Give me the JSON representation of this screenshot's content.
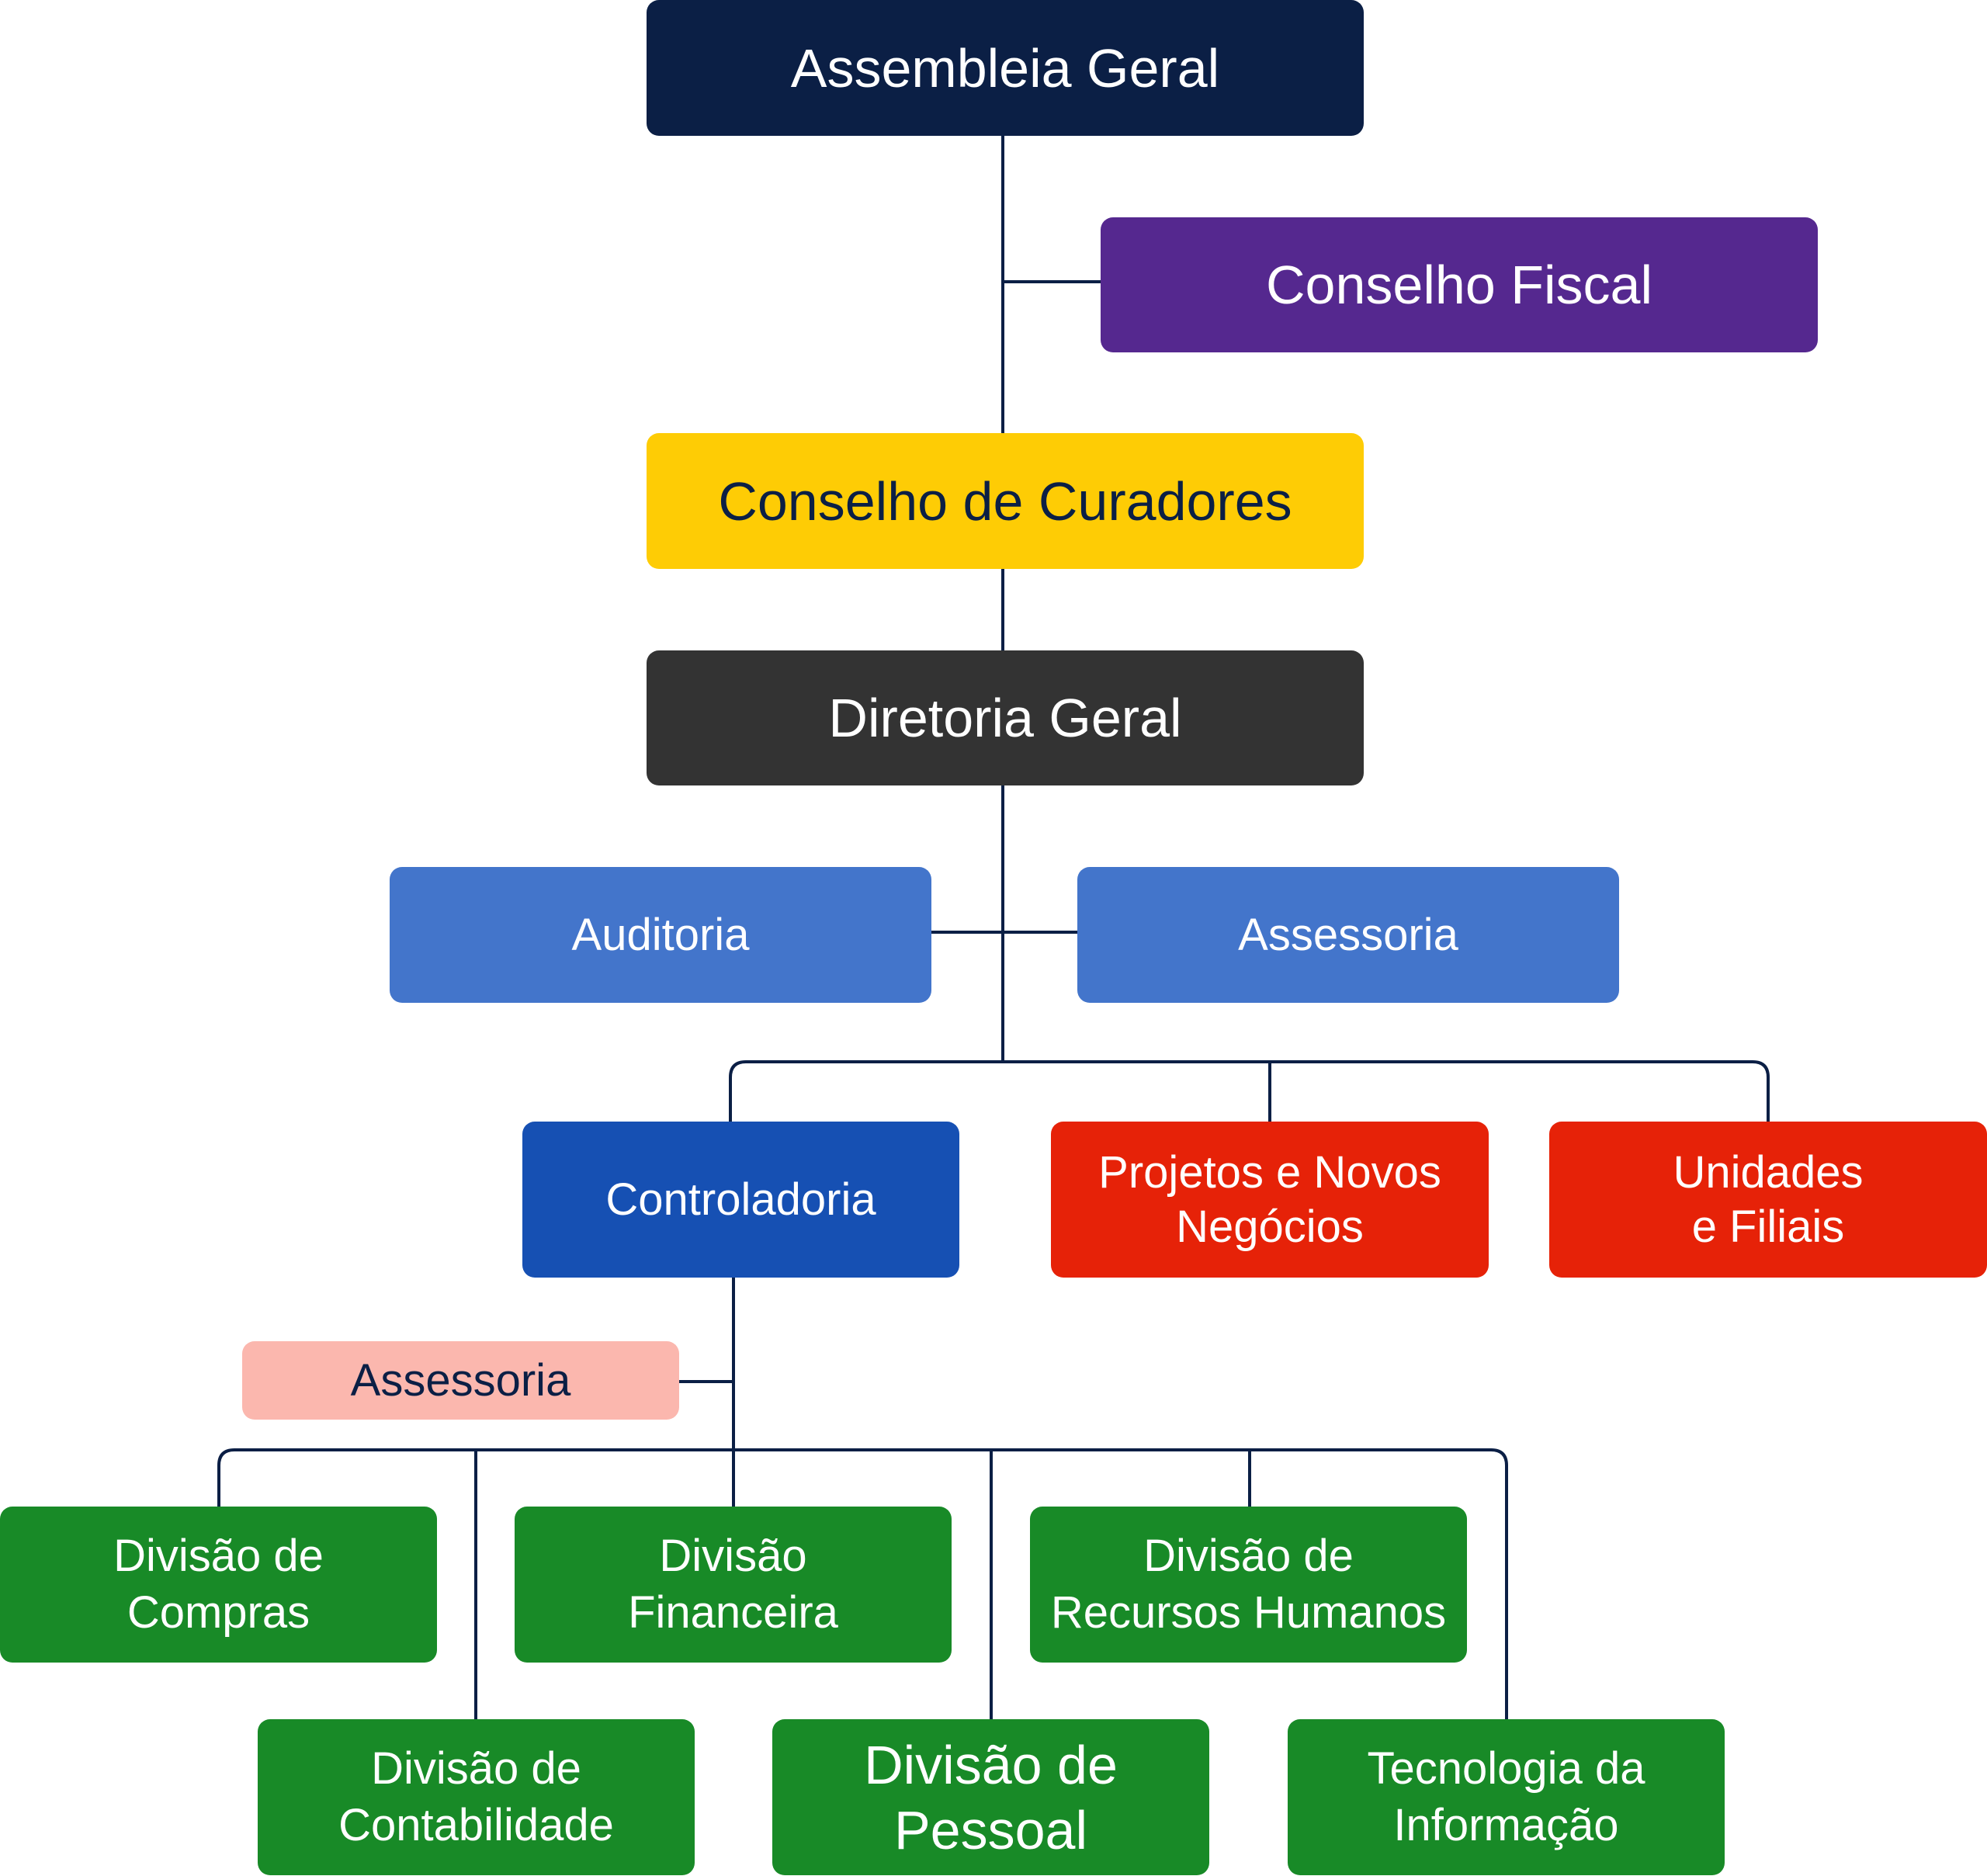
{
  "colors": {
    "connector": "#0b1f45",
    "navy": "#0b1f45",
    "purple": "#55288f",
    "yellow": "#fecc05",
    "dark": "#333333",
    "light_blue": "#4375cb",
    "dark_blue": "#1650b3",
    "red": "#e62208",
    "pink": "#fbb7ae",
    "green": "#188a27"
  },
  "nodes": {
    "assembleia": {
      "lines": [
        "Assembleia Geral"
      ]
    },
    "conselho_fiscal": {
      "lines": [
        "Conselho Fiscal"
      ]
    },
    "conselho_curadores": {
      "lines": [
        "Conselho de Curadores"
      ]
    },
    "diretoria": {
      "lines": [
        "Diretoria Geral"
      ]
    },
    "auditoria": {
      "lines": [
        "Auditoria"
      ]
    },
    "assessoria_dir": {
      "lines": [
        "Assessoria"
      ]
    },
    "controladoria": {
      "lines": [
        "Controladoria"
      ]
    },
    "projetos": {
      "lines": [
        "Projetos e Novos",
        "Negócios"
      ]
    },
    "unidades": {
      "lines": [
        "Unidades",
        "e Filiais"
      ]
    },
    "assessoria_ctrl": {
      "lines": [
        "Assessoria"
      ]
    },
    "compras": {
      "lines": [
        "Divisão de",
        "Compras"
      ]
    },
    "financeira": {
      "lines": [
        "Divisão",
        "Financeira"
      ]
    },
    "rh": {
      "lines": [
        "Divisão de",
        "Recursos Humanos"
      ]
    },
    "contabilidade": {
      "lines": [
        "Divisão de",
        "Contabilidade"
      ]
    },
    "pessoal": {
      "lines": [
        "Divisão de",
        "Pessoal"
      ]
    },
    "ti": {
      "lines": [
        "Tecnologia da",
        "Informação"
      ]
    }
  }
}
